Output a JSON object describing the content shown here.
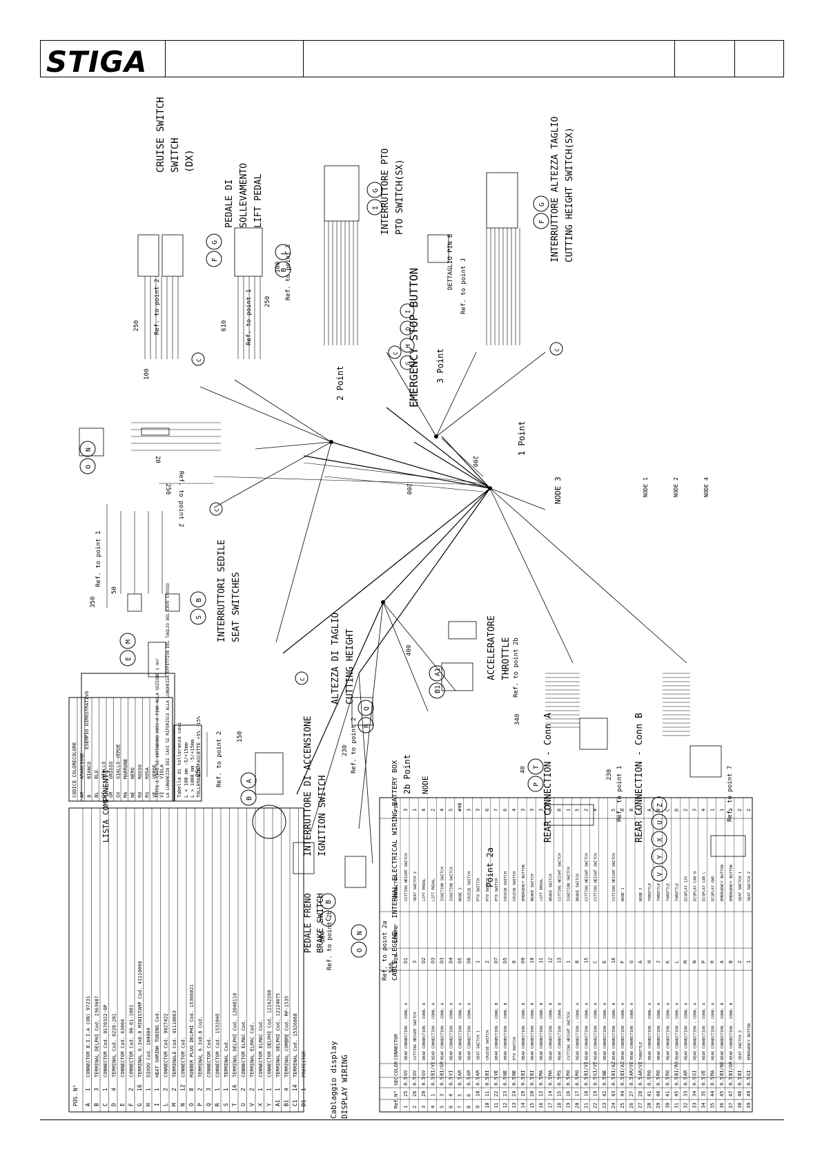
{
  "header": {
    "logo_text": "STIGA"
  },
  "diagram": {
    "title_vertical_labels": {
      "emergency": "EMERGENCY STOP BUTTON",
      "cruise": "CRUISE SWITCH (DX)",
      "lift_pedal_it": "PEDALE DI SOLLEVAMENTO",
      "lift_pedal_en": "LIFT PEDAL",
      "pto_it": "INTERRUTTORE PTO",
      "pto_en": "PTO SWITCH(SX)",
      "cut_it": "INTERRUTTORE ALTEZZA TAGLIO",
      "cut_en": "CUTTING HEIGHT SWITCH(SX)",
      "seat_it": "INTERRUTTORI SEDILE",
      "seat_en": "SEAT SWITCHES",
      "ign_it": "INTERRUTTORE DI ACCENSIONE",
      "ign_en": "IGNITION SWITCH",
      "height_it": "ALTEZZA DI TAGLIO",
      "height_en": "CUTTING HEIGHT",
      "throttle_it": "ACCELERATORE",
      "throttle_en": "THROTTLE",
      "rear_a": "REAR CONNECTION - Conn A",
      "rear_b": "REAR CONNECTION - Conn B",
      "brake_it": "PEDALE FRENO",
      "brake_en": "BRAKE SWITCH",
      "display_it": "Cablaggio display",
      "display_en": "DISPLAY WIRING",
      "components": "LISTA COMPONENTI",
      "cable_legend": "CABLE LEGEND - INTERNAL ELECTRICAL WIRING BATTERY BOX",
      "detail_pin": "DETTAGLIO PIN B",
      "node3": "NODE 3",
      "node": "NODE",
      "point1": "1 Point",
      "point2": "2 Point",
      "point3": "3 Point",
      "point2b": "2b Point",
      "point2a": "Point 2a"
    },
    "dimension_labels": [
      "250",
      "100",
      "610",
      "250",
      "100",
      "200",
      "200",
      "20",
      "250",
      "350",
      "50",
      "150",
      "250",
      "400",
      "230",
      "340",
      "40",
      "180",
      "340",
      "230"
    ],
    "ref_labels": {
      "r2": "Ref. to point 2",
      "r1": "Ref. to point 1",
      "r3": "Ref. to point 3",
      "r7": "Ref. to point 7",
      "r2b": "Ref. to point 2b",
      "r2a": "Ref. to point 2a"
    },
    "connector_ids": {
      "gf1": "G F",
      "lb": "L B",
      "gi": "G I",
      "gf2": "G F",
      "no": "N O",
      "c": "C",
      "me": "M E",
      "bs": "B S",
      "ab": "A B",
      "qr": "Q R",
      "a1b1": "A1 B1",
      "tp": "T P D1",
      "zuxyv": "Z U X Y V",
      "bc": "B C",
      "no2": "N O"
    },
    "notes": {
      "node1": "NODE 1",
      "node2": "NODE 2",
      "node4": "NODE 4"
    }
  },
  "components": {
    "head": [
      "POS.",
      "N°",
      "LISTA COMPONENTI"
    ],
    "rows": [
      [
        "A",
        "1",
        "CONNECTOR B.I.I.A (ON) 97231"
      ],
      [
        "B",
        "3",
        "TERMINAL DELPHI Cod. 2363687"
      ],
      [
        "C",
        "1",
        "CONNECTOR Cod. 0170322-0P"
      ],
      [
        "D",
        "4",
        "TERMINAL Cod. 0220-201"
      ],
      [
        "E",
        "",
        "CONNECTOR Cod. 63004"
      ],
      [
        "F",
        "2",
        "CONNECTOR Cod. 00-01-1001"
      ],
      [
        "G",
        "16",
        "TERMINAL 6.3x0.8 MINISTAMP Cod. 41110066"
      ],
      [
        "H",
        "1",
        "DIODO Cod. 1N4004"
      ],
      [
        "I",
        "1",
        "HEAT SHRINK TUBING Cod."
      ],
      [
        "L",
        "2",
        "CONNECTOR Cod. 9927422"
      ],
      [
        "M",
        "2",
        "TERMINALE Cod. 41110063"
      ],
      [
        "N",
        "12",
        "CONNECTOR Cod."
      ],
      [
        "O",
        "8",
        "RUBBER PLUG DELPHI Cod. 15366021"
      ],
      [
        "P",
        "2",
        "TERMINAL 6.3x0.8 Cod."
      ],
      [
        "Q",
        "3",
        "CONNECTOR Cod."
      ],
      [
        "R",
        "1",
        "CONNECTOR Cod. 1532845"
      ],
      [
        "S",
        "1",
        "TERMINAL Cod."
      ],
      [
        "T",
        "16",
        "TERMINAL DELPHI Cod. 12040110"
      ],
      [
        "U",
        "2",
        "CONNECTOR ELMAC Cod."
      ],
      [
        "V",
        "2",
        "TERMINAL ELMAC Cod."
      ],
      [
        "X",
        "1",
        "CONNECTOR ELMAC Cod."
      ],
      [
        "Y",
        "1",
        "CONNECTOR DELPHI Cod. 12162260"
      ],
      [
        "A1",
        "1",
        "TERMINAL DELPHI Cod. 12124075"
      ],
      [
        "B1",
        "4",
        "TERMINAL COMBRE Cod. RP-1535"
      ],
      [
        "C1",
        "14",
        "TERMINAL Cod. 15326868"
      ],
      [
        "D1",
        "1",
        "PROTECTOR"
      ]
    ]
  },
  "colors": {
    "head": [
      "CODICE COLORE",
      "COLORE"
    ],
    "rows": [
      [
        "AR",
        "ARANCIONE"
      ],
      [
        "B",
        "BIANCO"
      ],
      [
        "BL",
        "BLU"
      ],
      [
        "GI",
        "GIALLO"
      ],
      [
        "GR",
        "GRIGIO"
      ],
      [
        "GV",
        "GIALLO-VERDE"
      ],
      [
        "MA",
        "MARRONE"
      ],
      [
        "NE",
        "NERO"
      ],
      [
        "RO",
        "ROSSO"
      ],
      [
        "RS",
        "ROSA"
      ],
      [
        "VE",
        "VERDE"
      ],
      [
        "VI",
        "VIOLA"
      ]
    ]
  },
  "tolerance": {
    "title": "Tabella di tolleranza cavi",
    "l1": "L < 100 mm -5/+15mm",
    "l2": "L > 1000 mm -5/+15mm",
    "l3": "TOLLERANZA FASCETTE +5% -15%"
  },
  "example_box": {
    "title": "ESEMPIO DIMOSTRATIVO",
    "note1": "TUTTI I CAVI SI INTENDONO H05V-K FINO ALLA SEZIONE 1 mm²",
    "note2": "LA LUNGHEZZA DEI CAVI SI RIFERISCE ALLA LUNGHEZZA EFFETTIVA DEL TAGLIO DEL CAVO STESSO"
  },
  "cable_legend": {
    "head": [
      "Ref.",
      "N°",
      "SEC",
      "COLOR",
      "CONNECTOR",
      "PIN",
      "SCHEME",
      "CONNECTOR",
      "PIN"
    ],
    "rows": [
      [
        "1",
        "25",
        "0.5",
        "GV",
        "REAR CONNECTION - CONN. A",
        "D1",
        "CUTTING HEIGHT SWITCH",
        "3"
      ],
      [
        "2",
        "26",
        "0.5",
        "GV",
        "CUTTING HEIGHT SWITCH",
        "3",
        "SEAT SWITCH 2",
        "1"
      ],
      [
        "3",
        "20",
        "0.5",
        "GV",
        "REAR CONNECTION - CONN. A",
        "D2",
        "LIFT PEDAL",
        "4"
      ],
      [
        "4",
        "1",
        "0.5",
        "BI/VE",
        "REAR CONNECTION - CONN. A",
        "D3",
        "LIFT PEDAL",
        "2"
      ],
      [
        "5",
        "3",
        "0.5",
        "BI/GR",
        "REAR CONNECTION - CONN. A",
        "D3",
        "IGNITION SWITCH",
        "4"
      ],
      [
        "6",
        "4",
        "0.5",
        "VI",
        "REAR CONNECTION - CONN. A",
        "D4",
        "IGNITION SWITCH",
        "5"
      ],
      [
        "7",
        "5",
        "0.5",
        "AR",
        "REAR CONNECTION - CONN. A",
        "D5",
        "NODE 3",
        "#4B"
      ],
      [
        "8",
        "6",
        "0.5",
        "AR",
        "REAR CONNECTION - CONN. A",
        "D6",
        "CRUISE SWITCH",
        "3"
      ],
      [
        "9",
        "10",
        "0.5",
        "AR",
        "SEAT SWITCH 1",
        "1",
        "PTO SWITCH",
        "3"
      ],
      [
        "10",
        "11",
        "0.5",
        "BI",
        "CRUISE SWITCH",
        "2",
        "PTO SWITCH",
        "6"
      ],
      [
        "11",
        "22",
        "0.5",
        "VE",
        "REAR CONNECTION - CONN. B",
        "D7",
        "PTO SWITCH",
        "7"
      ],
      [
        "12",
        "23",
        "0.5",
        "NE",
        "REAR CONNECTION - CONN. B",
        "D5",
        "CRUISE SWITCH",
        "6"
      ],
      [
        "13",
        "24",
        "0.5",
        "NE",
        "PTO SWITCH",
        "8",
        "CRUISE SWITCH",
        "4"
      ],
      [
        "14",
        "19",
        "0.5",
        "BI",
        "REAR CONNECTION - CONN. B",
        "D9",
        "EMERGENCY BUTTON",
        "3"
      ],
      [
        "15",
        "20",
        "0.5",
        "BI",
        "REAR CONNECTION - CONN. B",
        "10",
        "BRAKE SWITCH",
        "3"
      ],
      [
        "16",
        "13",
        "0.5",
        "MA",
        "REAR CONNECTION - CONN. B",
        "11",
        "LIFT PEDAL",
        "3"
      ],
      [
        "17",
        "14",
        "0.5",
        "MA",
        "REAR CONNECTION - CONN. B",
        "12",
        "BRAKE SWITCH",
        "6"
      ],
      [
        "18",
        "15",
        "0.5",
        "RS",
        "REAR CONNECTION - CONN. B",
        "13",
        "CUTTING HEIGHT SWITCH",
        "8"
      ],
      [
        "19",
        "16",
        "0.5",
        "RO",
        "CUTTING HEIGHT SWITCH",
        "1",
        "IGNITION SWITCH",
        "1"
      ],
      [
        "20",
        "17",
        "0.5",
        "RO",
        "REAR CONNECTION - CONN. A",
        "B",
        "BRAKE SWITCH",
        "5"
      ],
      [
        "21",
        "18",
        "0.5",
        "BI/VI",
        "REAR CONNECTION - CONN. A",
        "15",
        "CUTTING HEIGHT SWITCH",
        "2"
      ],
      [
        "22",
        "19",
        "0.5",
        "GI/VE",
        "REAR CONNECTION - CONN. A",
        "C",
        "CUTTING HEIGHT SWITCH",
        "4"
      ],
      [
        "23",
        "42",
        "0.5",
        "NE",
        "REAR CONNECTION - CONN. A",
        "E",
        "",
        ""
      ],
      [
        "24",
        "43",
        "0.5",
        "BI/AZ",
        "REAR CONNECTION - CONN. B",
        "16",
        "CUTTING HEIGHT SWITCH",
        "5"
      ],
      [
        "25",
        "44",
        "0.5",
        "BI/AZ",
        "REAR CONNECTION - CONN. A",
        "F",
        "NODE 1",
        "A"
      ],
      [
        "26",
        "27",
        "0.5",
        "AR/VE",
        "REAR CONNECTION - CONN. A",
        "G",
        "",
        "B"
      ],
      [
        "27",
        "28",
        "0.5",
        "AR/VI",
        "THROTTLE",
        "A",
        "NODE 2",
        "C"
      ],
      [
        "28",
        "41",
        "0.5",
        "RO",
        "REAR CONNECTION - CONN. A",
        "H",
        "THROTTLE",
        "A"
      ],
      [
        "29",
        "40",
        "0.5",
        "RO",
        "REAR CONNECTION - CONN. A",
        "J",
        "THROTTLE",
        "B"
      ],
      [
        "30",
        "41",
        "0.5",
        "RO",
        "REAR CONNECTION - CONN. A",
        "K",
        "THROTTLE",
        "C"
      ],
      [
        "31",
        "45",
        "0.5",
        "BI/RO",
        "REAR CONNECTION - CONN. A",
        "L",
        "THROTTLE",
        "D"
      ],
      [
        "32",
        "33",
        "0.5",
        "AR",
        "REAR CONNECTION - CONN. A",
        "M",
        "DISPLAY 12V",
        "2"
      ],
      [
        "33",
        "34",
        "0.5",
        "GI",
        "REAR CONNECTION - CONN. A",
        "N",
        "DISPLAY CAN H",
        "3"
      ],
      [
        "34",
        "35",
        "0.5",
        "VE",
        "REAR CONNECTION - CONN. A",
        "P",
        "DISPLAY CAN L",
        "4"
      ],
      [
        "35",
        "44",
        "0.5",
        "MA",
        "REAR CONNECTION - CONN. A",
        "R",
        "DISPLAY GND",
        "1"
      ],
      [
        "36",
        "45",
        "0.5",
        "BI/NE",
        "REAR CONNECTION - CONN. B",
        "A",
        "EMERGENCY BUTTON",
        "1"
      ],
      [
        "37",
        "47",
        "0.5",
        "BI/GR",
        "REAR CONNECTION - CONN. B",
        "B",
        "EMERGENCY BUTTON",
        "2"
      ],
      [
        "38",
        "48",
        "0.5",
        "BI",
        "SEAT SWITCH 2",
        "2",
        "SEAT SWITCH 1",
        "2"
      ],
      [
        "39",
        "49",
        "0.5",
        "GI",
        "EMERGENCY BUTTON",
        "1",
        "SEAT SWITCH 2",
        "2"
      ]
    ]
  }
}
